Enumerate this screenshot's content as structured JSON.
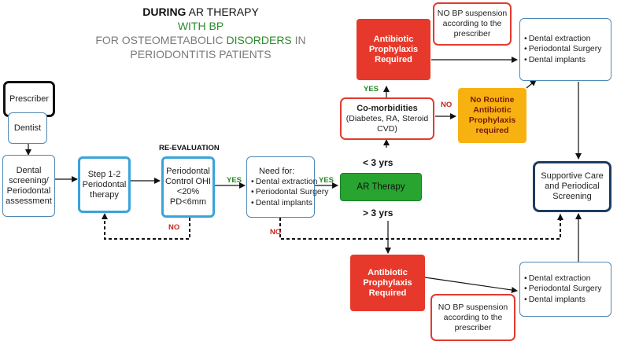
{
  "title": {
    "line1_bold": "DURING",
    "line1_rest": " AR THERAPY",
    "line2": "WITH BP",
    "line3_prefix": "FOR OSTEOMETABOLIC ",
    "line3_highlight": "DISORDERS",
    "line3_suffix": " IN",
    "line4": "PERIODONTITIS PATIENTS"
  },
  "nodes": {
    "prescriber": "Prescriber",
    "dentist": "Dentist",
    "screening": "Dental screening/ Periodontal assessment",
    "step12": "Step 1-2 Periodontal therapy",
    "reeval_label": "RE-EVALUATION",
    "control": "Periodontal Control OHI <20% PD<6mm",
    "need_title": "Need for:",
    "need_items": [
      "Dental extraction",
      "Periodontal  Surgery",
      "Dental implants"
    ],
    "ar_therapy": "AR Therapy",
    "lt3": "< 3 yrs",
    "gt3": "> 3 yrs",
    "comorb_title": "Co-morbidities",
    "comorb_detail": "(Diabetes, RA, Steroid CVD)",
    "no_routine": "No Routine Antibiotic Prophylaxis required",
    "abx_top": "Antibiotic Prophylaxis Required",
    "abx_bottom": "Antibiotic Prophylaxis Required",
    "nobp_top": "NO BP suspension according to the prescriber",
    "nobp_bottom": "NO BP suspension according to the prescriber",
    "proc_top": [
      "Dental extraction",
      "Periodontal Surgery",
      "Dental implants"
    ],
    "proc_bottom": [
      "Dental extraction",
      "Periodontal Surgery",
      "Dental implants"
    ],
    "supportive": "Supportive Care and Periodical Screening"
  },
  "labels": {
    "yes_control": "YES",
    "yes_need": "YES",
    "yes_comorb": "YES",
    "no_control": "NO",
    "no_need": "NO",
    "no_comorb": "NO"
  },
  "colors": {
    "red": "#e6392b",
    "orange": "#f7b212",
    "green": "#27a530",
    "blue": "#3aa3dc",
    "navy": "#1f3b63"
  }
}
